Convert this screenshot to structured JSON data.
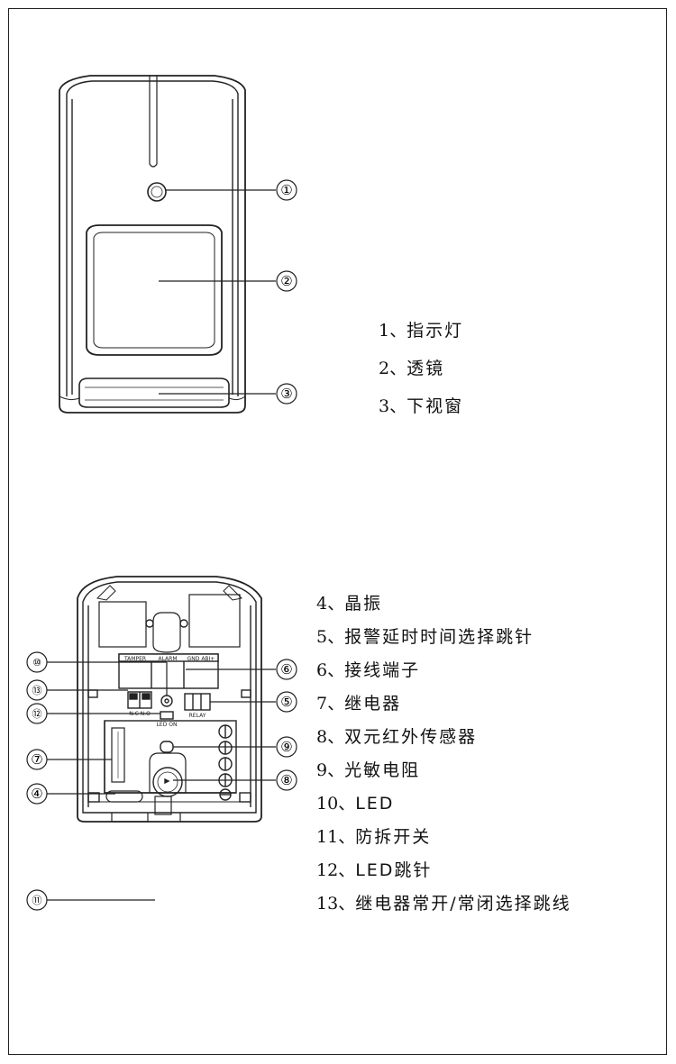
{
  "figure1": {
    "legend": [
      {
        "num": "1、",
        "text": "指示灯"
      },
      {
        "num": "2、",
        "text": "透镜"
      },
      {
        "num": "3、",
        "text": "下视窗"
      }
    ],
    "callouts": [
      "①",
      "②",
      "③"
    ]
  },
  "figure2": {
    "legend": [
      {
        "num": "4、",
        "text": "晶振"
      },
      {
        "num": "5、",
        "text": "报警延时时间选择跳针"
      },
      {
        "num": "6、",
        "text": "接线端子"
      },
      {
        "num": "7、",
        "text": "继电器"
      },
      {
        "num": "8、",
        "text": "双元红外传感器"
      },
      {
        "num": "9、",
        "text": "光敏电阻"
      },
      {
        "num": "10、",
        "text": "LED"
      },
      {
        "num": "11、",
        "text": "防拆开关"
      },
      {
        "num": "12、",
        "text": "LED跳针"
      },
      {
        "num": "13、",
        "text": "继电器常开/常闭选择跳线"
      }
    ],
    "callouts": {
      "c4": "④",
      "c5": "⑤",
      "c6": "⑥",
      "c7": "⑦",
      "c8": "⑧",
      "c9": "⑨",
      "c10": "⑩",
      "c11": "⑪",
      "c12": "⑫",
      "c13": "⑬"
    },
    "terminal_labels": [
      "TAMPER",
      "ALARM",
      "GND ABI+"
    ],
    "board_labels": [
      "RELAY",
      "LED ON",
      "N.C N.O"
    ]
  }
}
